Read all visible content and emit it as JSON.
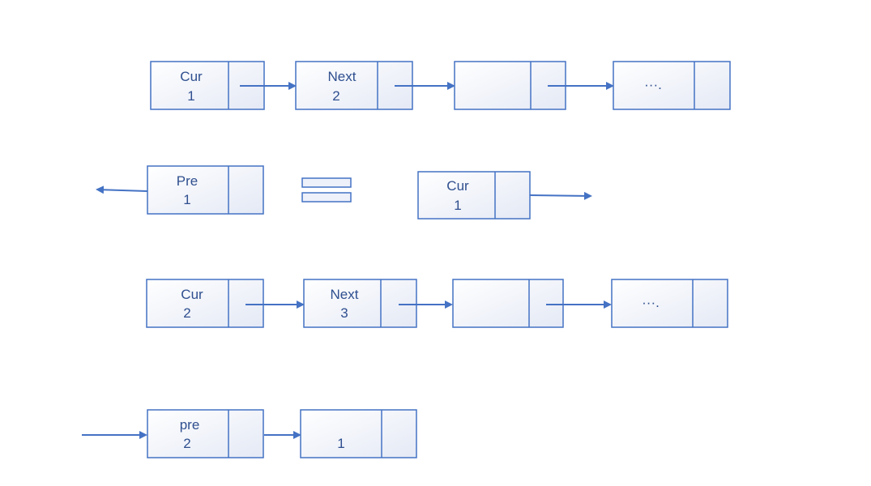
{
  "rows": [
    {
      "nodes": [
        {
          "name": "Cur",
          "value": "1"
        },
        {
          "name": "Next",
          "value": "2"
        },
        {
          "name": "",
          "value": ""
        },
        {
          "name": "···.",
          "value": ""
        }
      ]
    },
    {
      "left": {
        "name": "Pre",
        "value": "1"
      },
      "right": {
        "name": "Cur",
        "value": "1"
      }
    },
    {
      "nodes": [
        {
          "name": "Cur",
          "value": "2"
        },
        {
          "name": "Next",
          "value": "3"
        },
        {
          "name": "",
          "value": ""
        },
        {
          "name": "···.",
          "value": ""
        }
      ]
    },
    {
      "nodes": [
        {
          "name": "pre",
          "value": "2"
        },
        {
          "name": "",
          "value": "1"
        }
      ]
    }
  ],
  "colors": {
    "stroke": "#4472c4",
    "text": "#2f4f8f"
  }
}
